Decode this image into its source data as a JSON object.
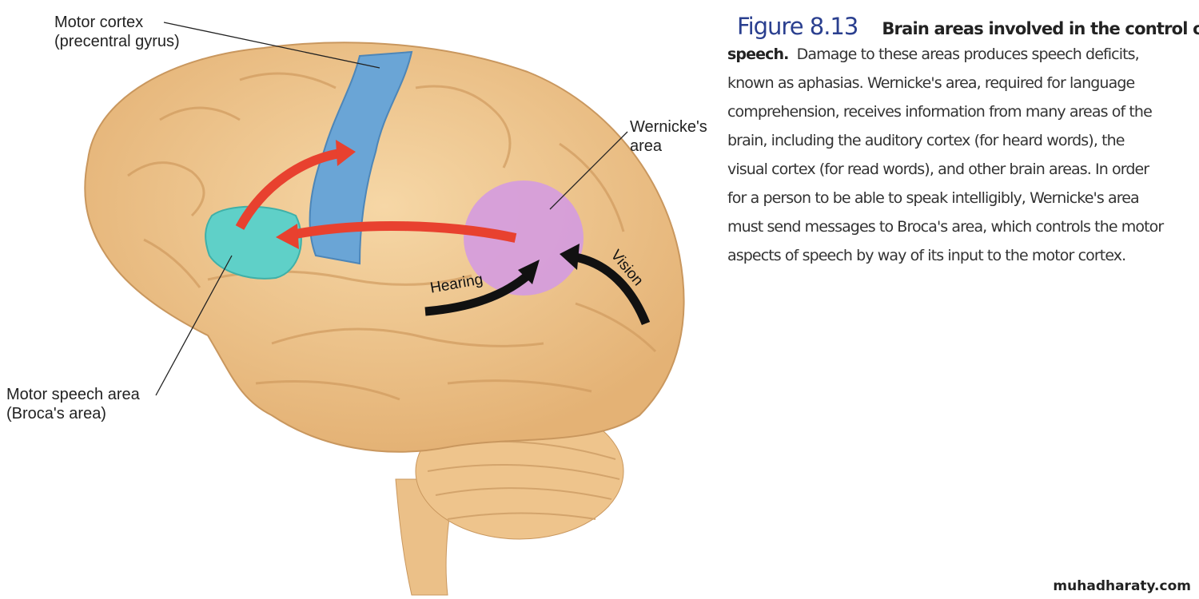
{
  "labels": {
    "motor_cortex": [
      "Motor cortex",
      "(precentral gyrus)"
    ],
    "wernicke": [
      "Wernicke's",
      "area"
    ],
    "broca": [
      "Motor speech area",
      "(Broca's area)"
    ],
    "hearing": "Hearing",
    "vision": "Vision"
  },
  "caption": {
    "figure_number": "Figure 8.13",
    "title": "Brain areas involved in the control of",
    "title_cont": "speech.",
    "lines": [
      "Damage to these areas produces speech deficits,",
      "known as aphasias. Wernicke's area, required for language",
      "comprehension, receives information from many areas of the",
      "brain, including the auditory cortex (for heard words), the",
      "visual cortex (for read words), and other brain areas. In order",
      "for a person to be able to speak intelligibly, Wernicke's area",
      "must send messages to Broca's area, which controls the motor",
      "aspects of speech by way of its input to the motor cortex."
    ]
  },
  "watermark": "muhadharaty.com",
  "colors": {
    "brain": "#f0c98e",
    "motor": "#6aa5d6",
    "broca": "#5fd0c8",
    "wernicke": "#d49be0",
    "arrow_red": "#e8412f",
    "fig_accent": "#f3bf94"
  }
}
